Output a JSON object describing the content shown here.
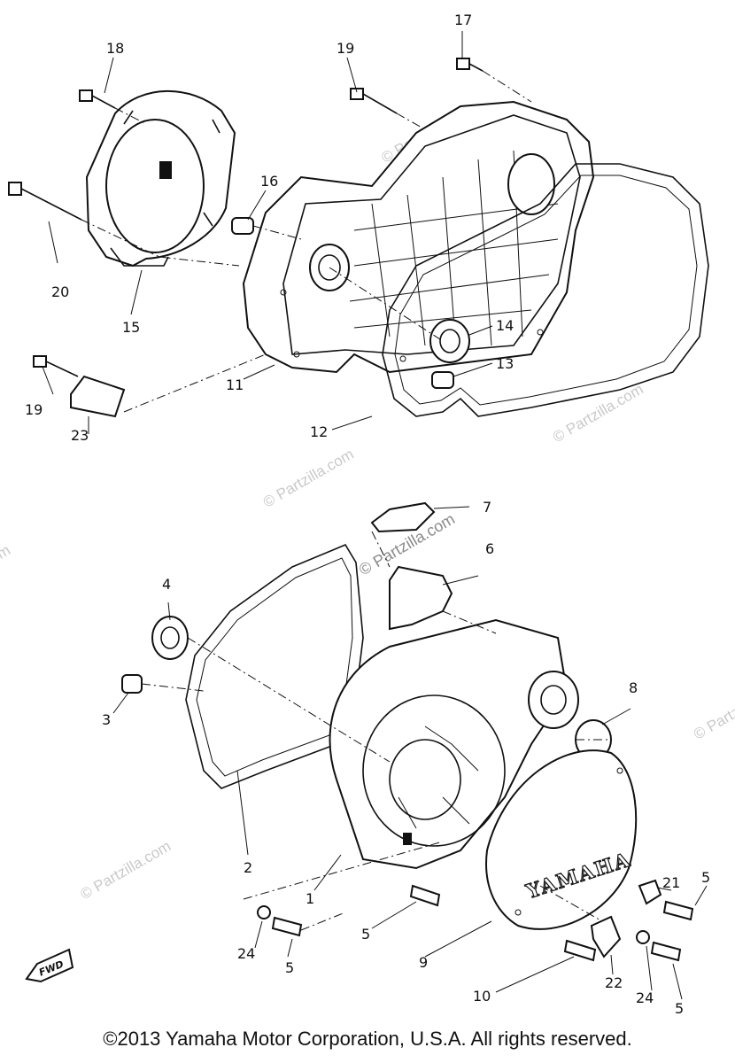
{
  "callouts": {
    "n1": "1",
    "n2": "2",
    "n3": "3",
    "n4": "4",
    "n5a": "5",
    "n5b": "5",
    "n5c": "5",
    "n5d": "5",
    "n6": "6",
    "n7": "7",
    "n8": "8",
    "n9": "9",
    "n10": "10",
    "n11": "11",
    "n12": "12",
    "n13": "13",
    "n14": "14",
    "n15": "15",
    "n16": "16",
    "n17": "17",
    "n18": "18",
    "n19a": "19",
    "n19b": "19",
    "n20": "20",
    "n21": "21",
    "n22": "22",
    "n23": "23",
    "n24a": "24",
    "n24b": "24"
  },
  "cover_brand": "YAMAHA",
  "fwd_label": "FWD",
  "watermark": "© Partzilla.com",
  "copyright": "©2013  Yamaha Motor Corporation, U.S.A. All rights reserved."
}
